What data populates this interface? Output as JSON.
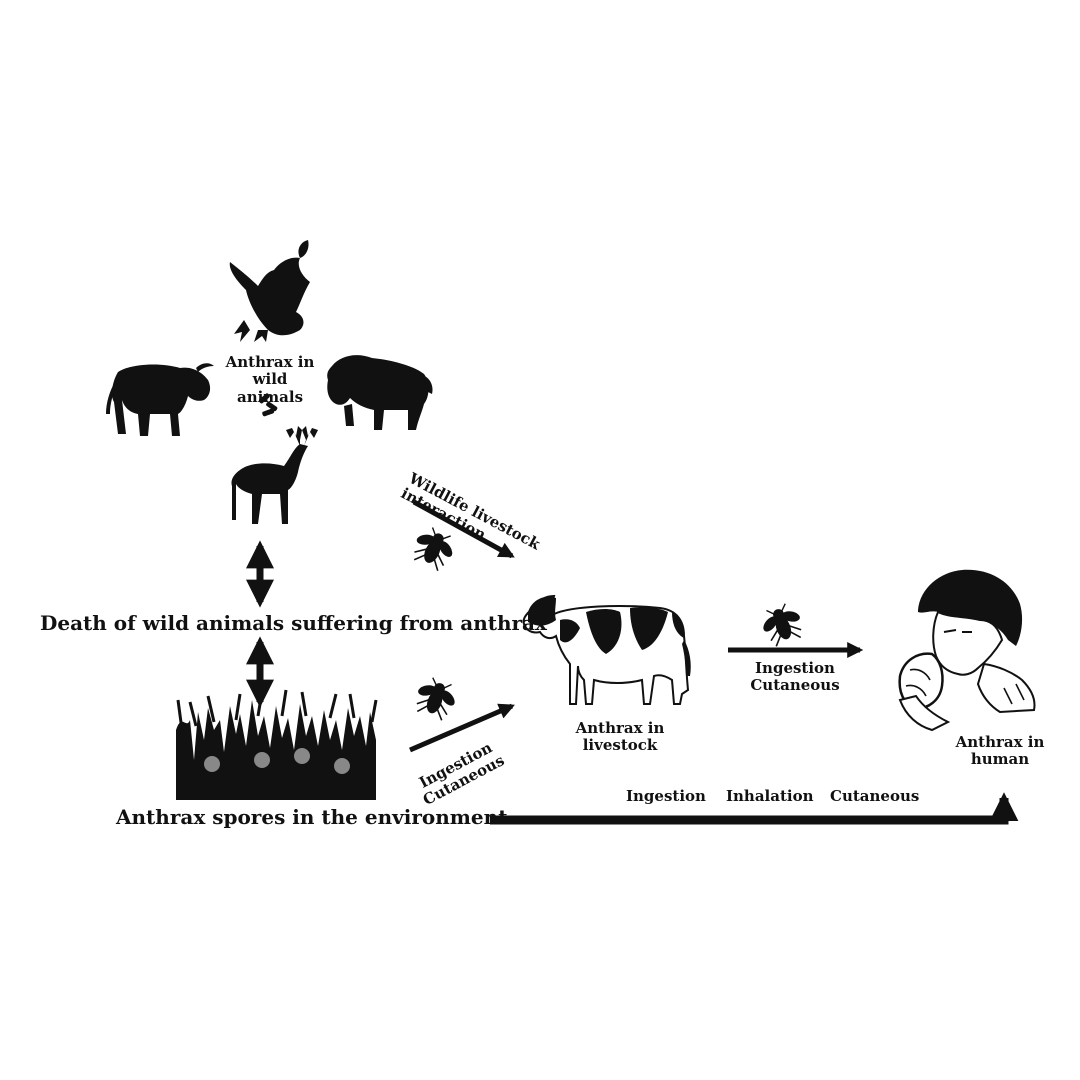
{
  "labels": {
    "wild_animals": "Anthrax in\nwild animals",
    "wildlife_interaction": "Wildlife livestock\ninteraction",
    "death_wild": "Death of wild animals suffering from anthrax",
    "spores_env": "Anthrax spores in the environment",
    "env_to_livestock": "Ingestion\nCutaneous",
    "livestock": "Anthrax in\nlivestock",
    "livestock_to_human": "Ingestion\nCutaneous",
    "human": "Anthrax in\nhuman",
    "route_ingestion": "Ingestion",
    "route_inhalation": "Inhalation",
    "route_cutaneous": "Cutaneous"
  },
  "icons": {
    "eagle": "eagle-icon",
    "buffalo": "buffalo-icon",
    "bison": "bison-icon",
    "deer": "deer-icon",
    "bacilli": "bacilli-icon",
    "fly": "fly-icon",
    "grass": "grass-spores-icon",
    "cow": "cow-icon",
    "human": "sick-human-icon"
  },
  "colors": {
    "ink": "#111111",
    "background": "#ffffff"
  }
}
